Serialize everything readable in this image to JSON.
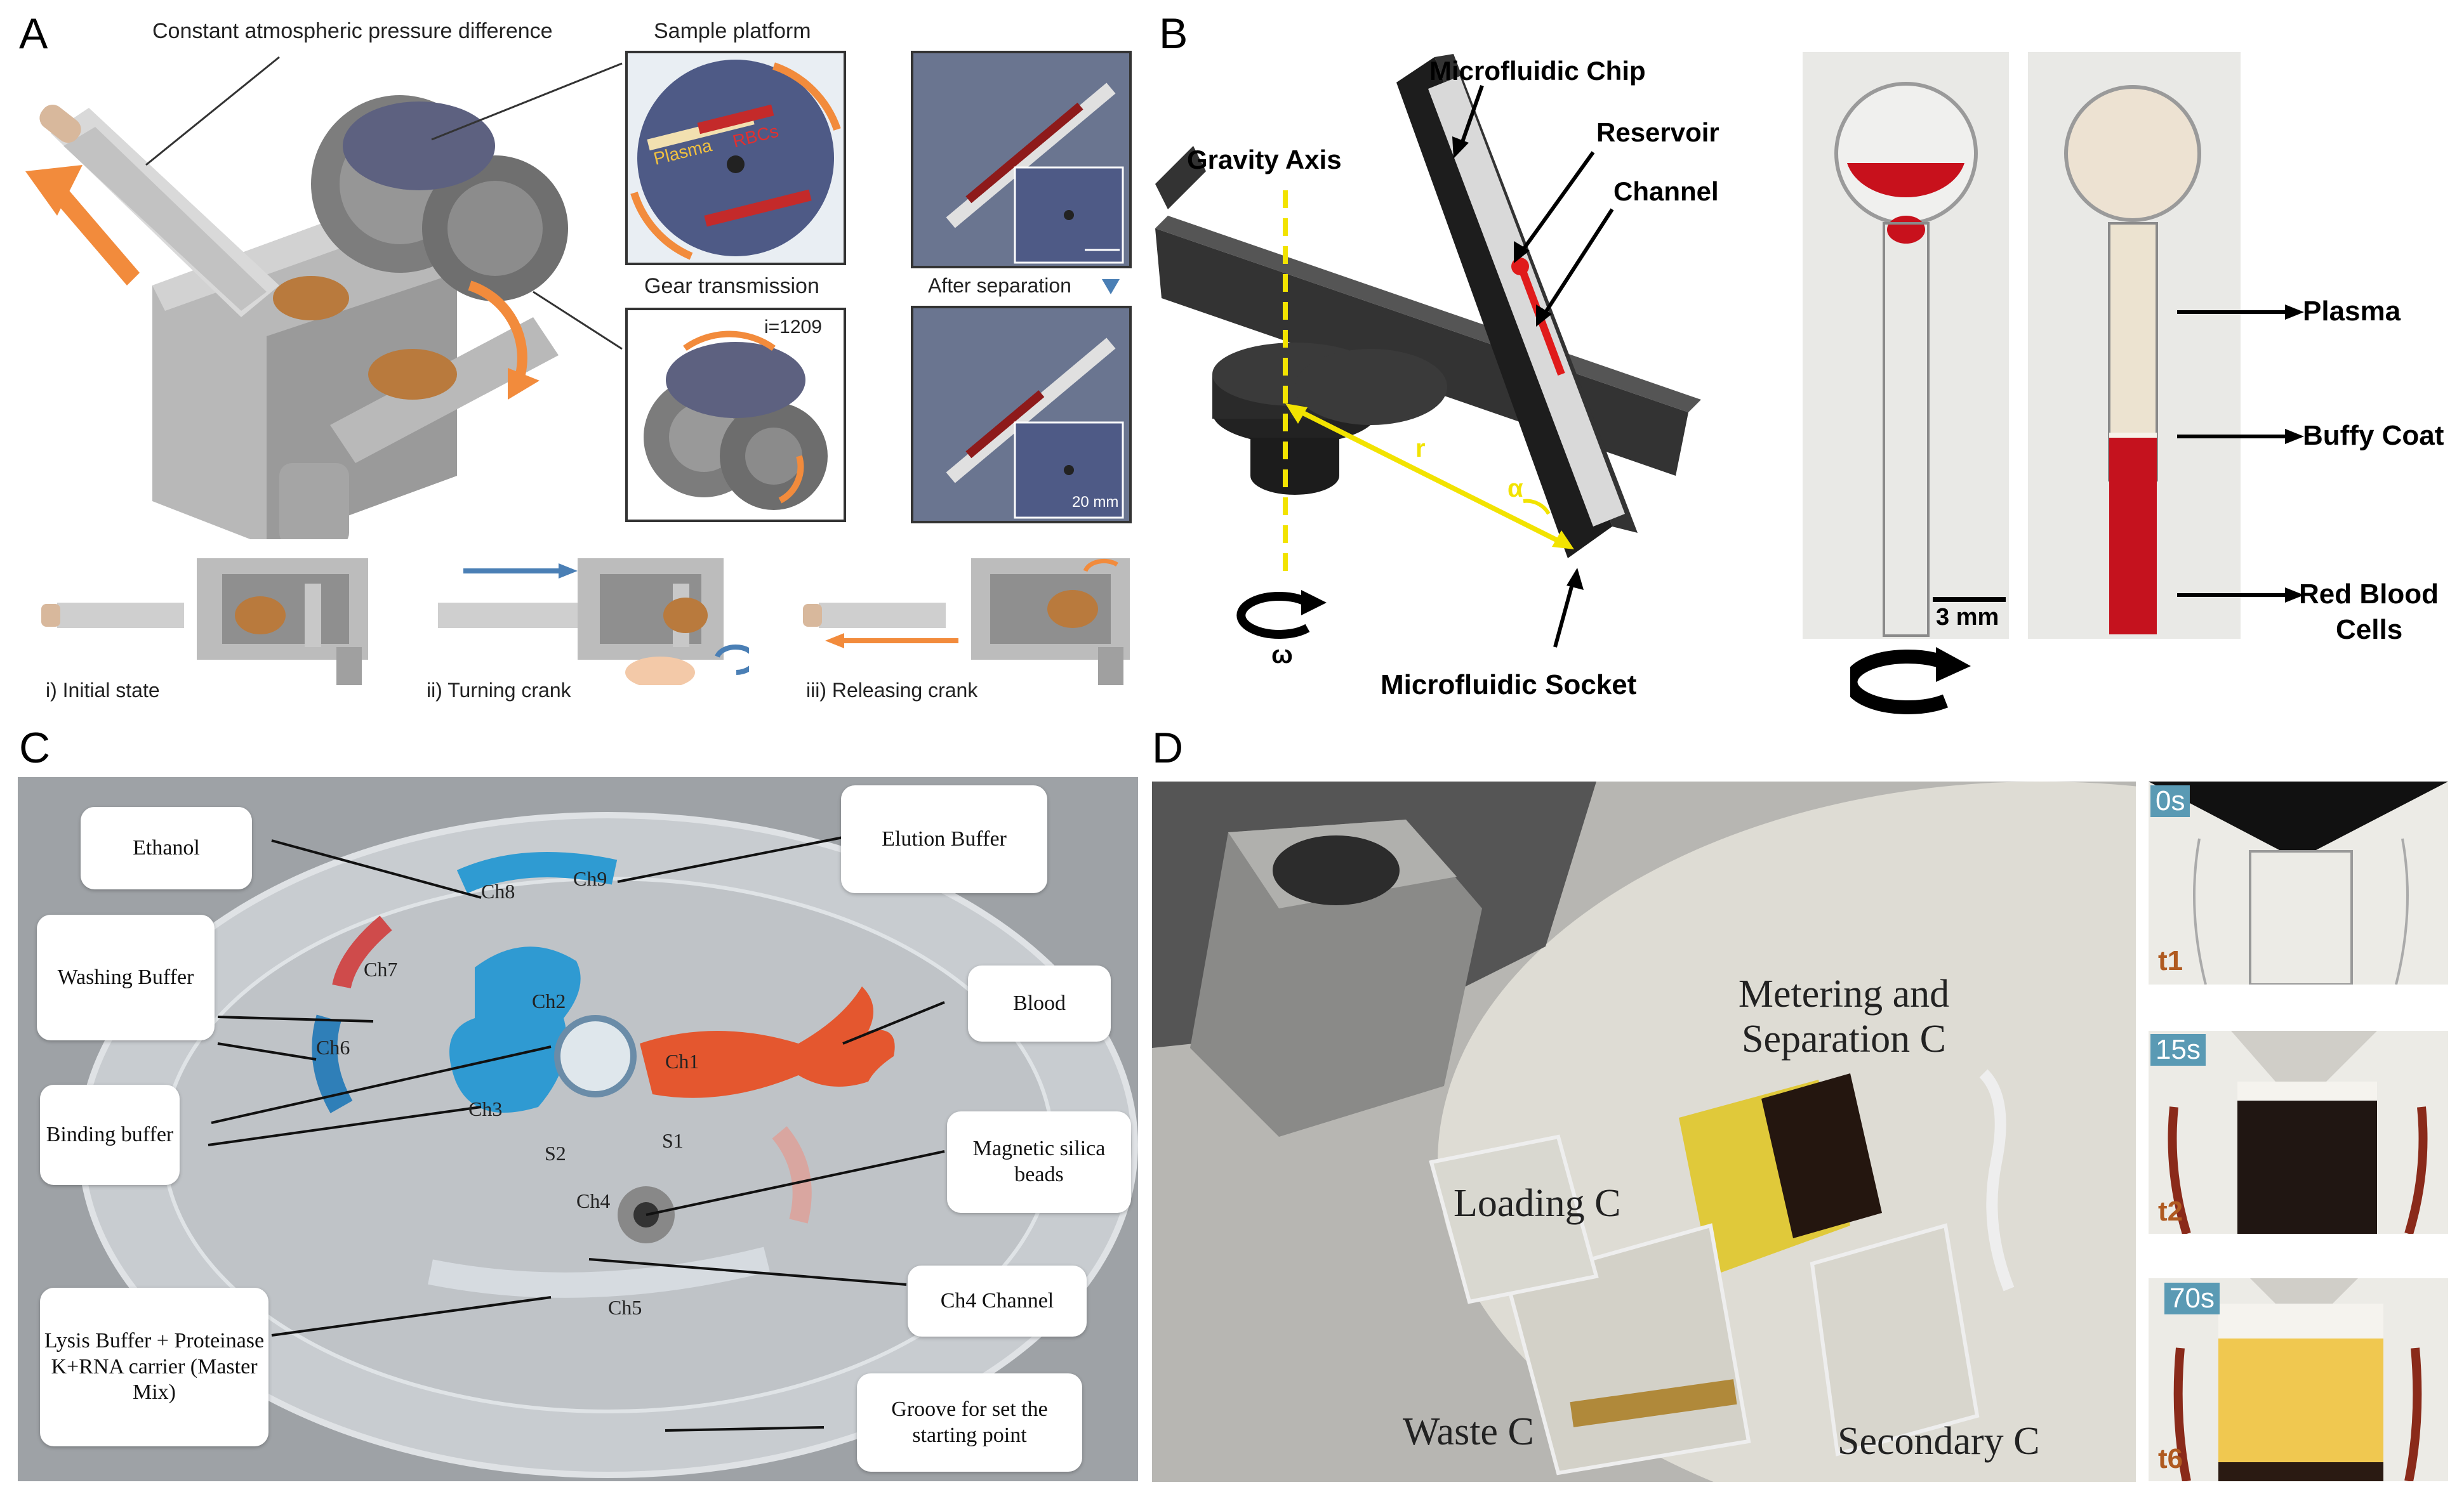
{
  "figure": {
    "panels": {
      "a": {
        "letter": "A",
        "title": "Constant atmospheric pressure difference",
        "sample_platform": "Sample platform",
        "plasma": "Plasma",
        "rbcs": "RBCs",
        "gear_transmission": "Gear transmission",
        "ratio": "i=1209",
        "after_separation": "After separation",
        "scale": "20 mm",
        "states": [
          "i) Initial state",
          "ii) Turning crank",
          "iii) Releasing crank"
        ]
      },
      "b": {
        "letter": "B",
        "microfluidic_chip": "Microfluidic Chip",
        "reservoir": "Reservoir",
        "channel": "Channel",
        "gravity_axis": "Gravity Axis",
        "r": "r",
        "alpha": "α",
        "omega": "ω",
        "socket": "Microfluidic Socket",
        "scale": "3 mm",
        "plasma": "Plasma",
        "buffy_coat": "Buffy Coat",
        "rbc_line1": "Red Blood",
        "rbc_line2": "Cells"
      },
      "c": {
        "letter": "C",
        "boxes": {
          "ethanol": "Ethanol",
          "elution": "Elution Buffer",
          "washing": "Washing Buffer",
          "blood": "Blood",
          "binding": "Binding buffer",
          "magnetic": "Magnetic silica beads",
          "ch4_channel": "Ch4 Channel",
          "lysis": "Lysis Buffer + Proteinase K+RNA carrier (Master Mix)",
          "groove": "Groove for set the starting point"
        },
        "channels": [
          "Ch1",
          "Ch2",
          "Ch3",
          "Ch4",
          "Ch5",
          "Ch6",
          "Ch7",
          "Ch8",
          "Ch9",
          "S1",
          "S2"
        ]
      },
      "d": {
        "letter": "D",
        "metering": "Metering and Separation C",
        "loading": "Loading C",
        "waste": "Waste C",
        "secondary": "Secondary C",
        "times": [
          "0s",
          "15s",
          "70s"
        ],
        "t_labels": [
          "t1",
          "t2",
          "t6"
        ]
      }
    }
  }
}
